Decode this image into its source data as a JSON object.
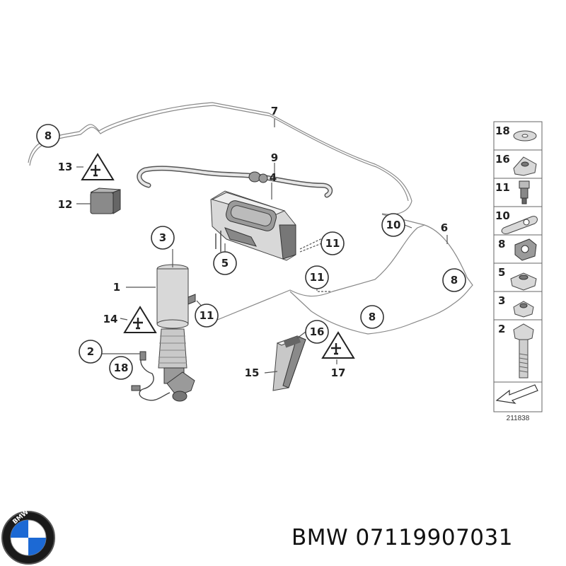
{
  "callouts": {
    "c1": "1",
    "c2": "2",
    "c3": "3",
    "c4": "4",
    "c5": "5",
    "c6": "6",
    "c7": "7",
    "c8a": "8",
    "c8b": "8",
    "c8c": "8",
    "c9": "9",
    "c10": "10",
    "c11a": "11",
    "c11b": "11",
    "c11c": "11",
    "c12": "12",
    "c13": "13",
    "c14": "14",
    "c15": "15",
    "c16": "16",
    "c17": "17",
    "c18": "18"
  },
  "legend": {
    "items": [
      "18",
      "16",
      "11",
      "10",
      "8",
      "5",
      "3",
      "2"
    ],
    "ref_number": "211838"
  },
  "logo": {
    "text": "BMW"
  },
  "caption": "BMW 07119907031"
}
